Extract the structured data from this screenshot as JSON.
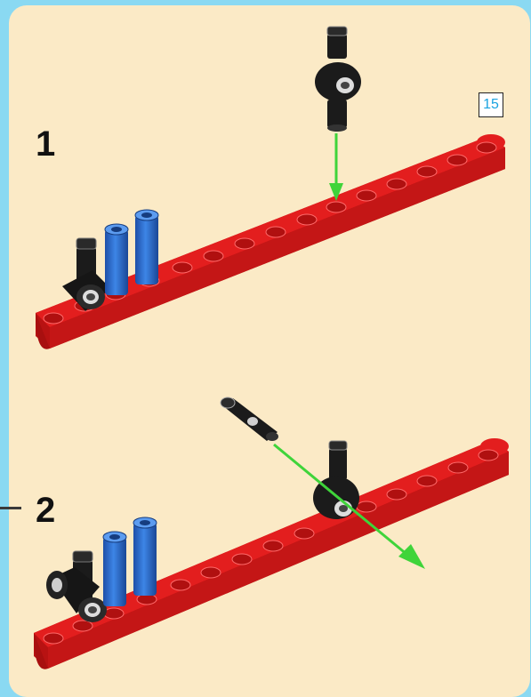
{
  "page": {
    "page_number": "15"
  },
  "steps": [
    {
      "label": "1"
    },
    {
      "label": "2"
    }
  ],
  "colors": {
    "background": "#8ad9f2",
    "panel": "#fbeac6",
    "beam_red": "#e31e1e",
    "pin_blue": "#2a6fd6",
    "connector_black": "#1b1b1b",
    "arrow_green": "#3fd43a"
  }
}
